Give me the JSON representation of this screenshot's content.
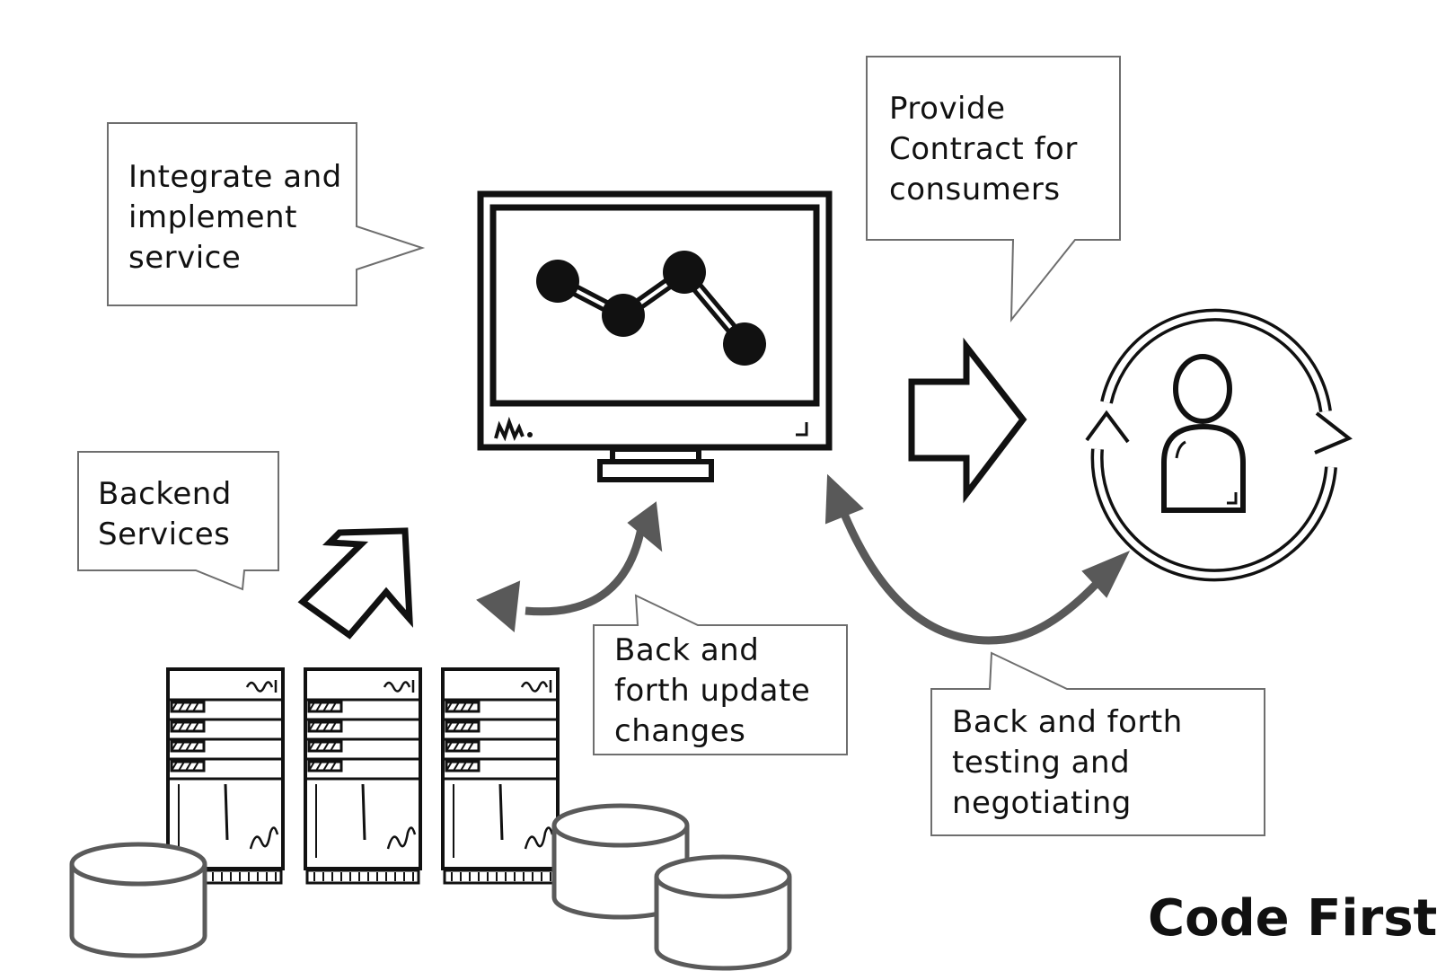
{
  "callouts": {
    "integrate": [
      "Integrate and",
      "implement",
      "service"
    ],
    "contract": [
      "Provide",
      "Contract for",
      "consumers"
    ],
    "backend": [
      "Backend",
      "Services"
    ],
    "update": [
      "Back and",
      "forth update",
      "changes"
    ],
    "testing": [
      "Back and forth",
      "testing and",
      "negotiating"
    ]
  },
  "title": "Code First",
  "colors": {
    "ink": "#111111",
    "arrow_gray": "#595959",
    "callout_border": "#6e6e6e",
    "database_gray": "#5a5a5a"
  },
  "icons": [
    "monitor-icon",
    "line-chart-icon",
    "server-rack-icon",
    "database-icon",
    "person-icon",
    "cycle-arrows-icon",
    "right-block-arrow-icon",
    "up-right-block-arrow-icon"
  ]
}
